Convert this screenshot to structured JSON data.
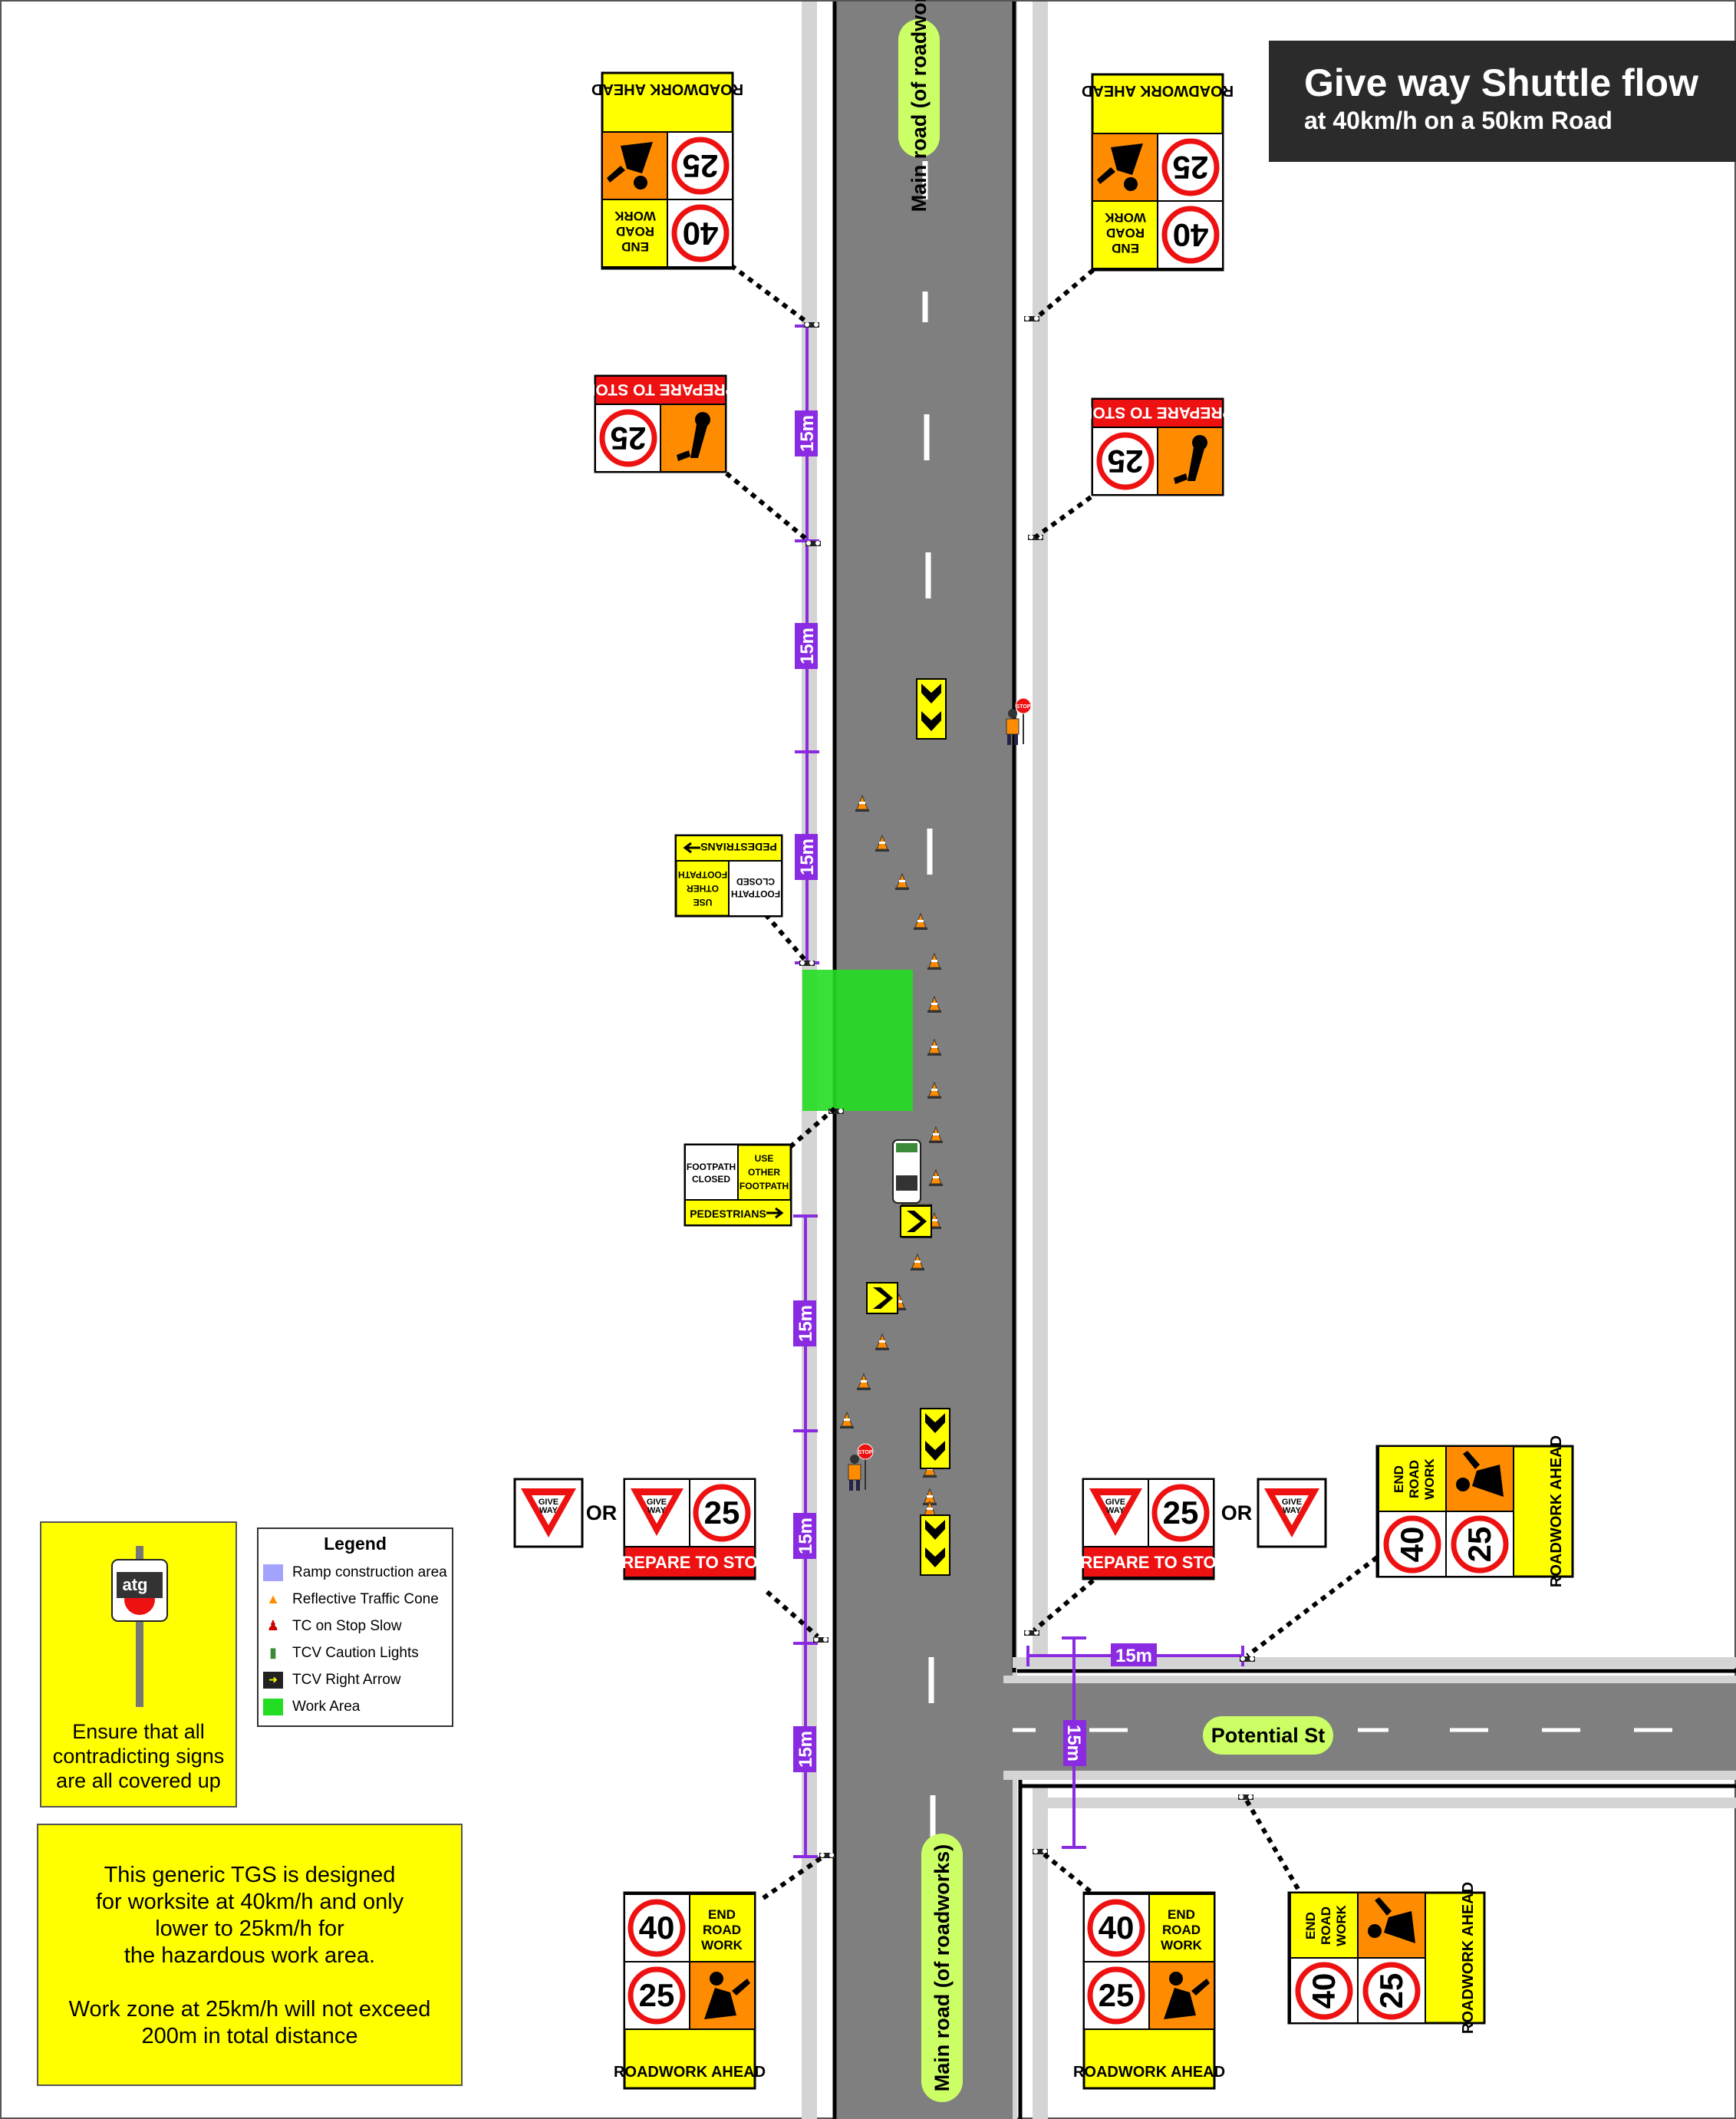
{
  "header": {
    "title": "Give way Shuttle flow",
    "subtitle": "at 40km/h on a 50km Road"
  },
  "roads": {
    "main_label": "Main road (of roadworks)",
    "side_label": "Potential St"
  },
  "distances": {
    "spacing_label": "15m"
  },
  "signs": {
    "roadwork_ahead": "ROADWORK AHEAD",
    "end_road_work": [
      "END",
      "ROAD",
      "WORK"
    ],
    "speed_25": "25",
    "speed_40": "40",
    "prepare_to_stop": "PREPARE TO STOP",
    "give_way": [
      "GIVE",
      "WAY"
    ],
    "or": "OR",
    "footpath_closed": [
      "FOOTPATH",
      "CLOSED"
    ],
    "use_other_footpath": [
      "USE",
      "OTHER",
      "FOOTPATH"
    ],
    "pedestrians": "PEDESTRIANS",
    "stop": "STOP"
  },
  "legend": {
    "title": "Legend",
    "items": [
      {
        "label": "Ramp construction area",
        "icon": "ramp-swatch",
        "color": "#a3a3ff"
      },
      {
        "label": "Reflective Traffic Cone",
        "icon": "cone-icon",
        "color": "#ff8c00"
      },
      {
        "label": "TC on Stop Slow",
        "icon": "traffic-controller-icon",
        "color": "#cc0000"
      },
      {
        "label": "TCV Caution Lights",
        "icon": "tcv-lights-icon",
        "color": "#3a8a3a"
      },
      {
        "label": "TCV Right Arrow",
        "icon": "tcv-arrow-icon",
        "color": "#222222"
      },
      {
        "label": "Work Area",
        "icon": "work-area-swatch",
        "color": "#22dd22"
      }
    ]
  },
  "notes": {
    "logo_text": "atg",
    "cover_note": [
      "Ensure that all",
      "contradicting signs",
      "are all covered up"
    ],
    "tgs_note": [
      "This generic TGS is designed",
      "for worksite at 40km/h and only",
      "lower to 25km/h for",
      "the hazardous work area.",
      "",
      "Work zone at 25km/h will not exceed",
      "200m in total distance"
    ]
  },
  "colors": {
    "road": "#7f7f7f",
    "kerb": "#d4d4d4",
    "sign_yellow": "#ffff00",
    "sign_orange": "#ff8c00",
    "sign_red": "#ee1111",
    "measure": "#8a2be2",
    "road_label_bg": "#ccff66",
    "work_area": "#22dd22"
  }
}
